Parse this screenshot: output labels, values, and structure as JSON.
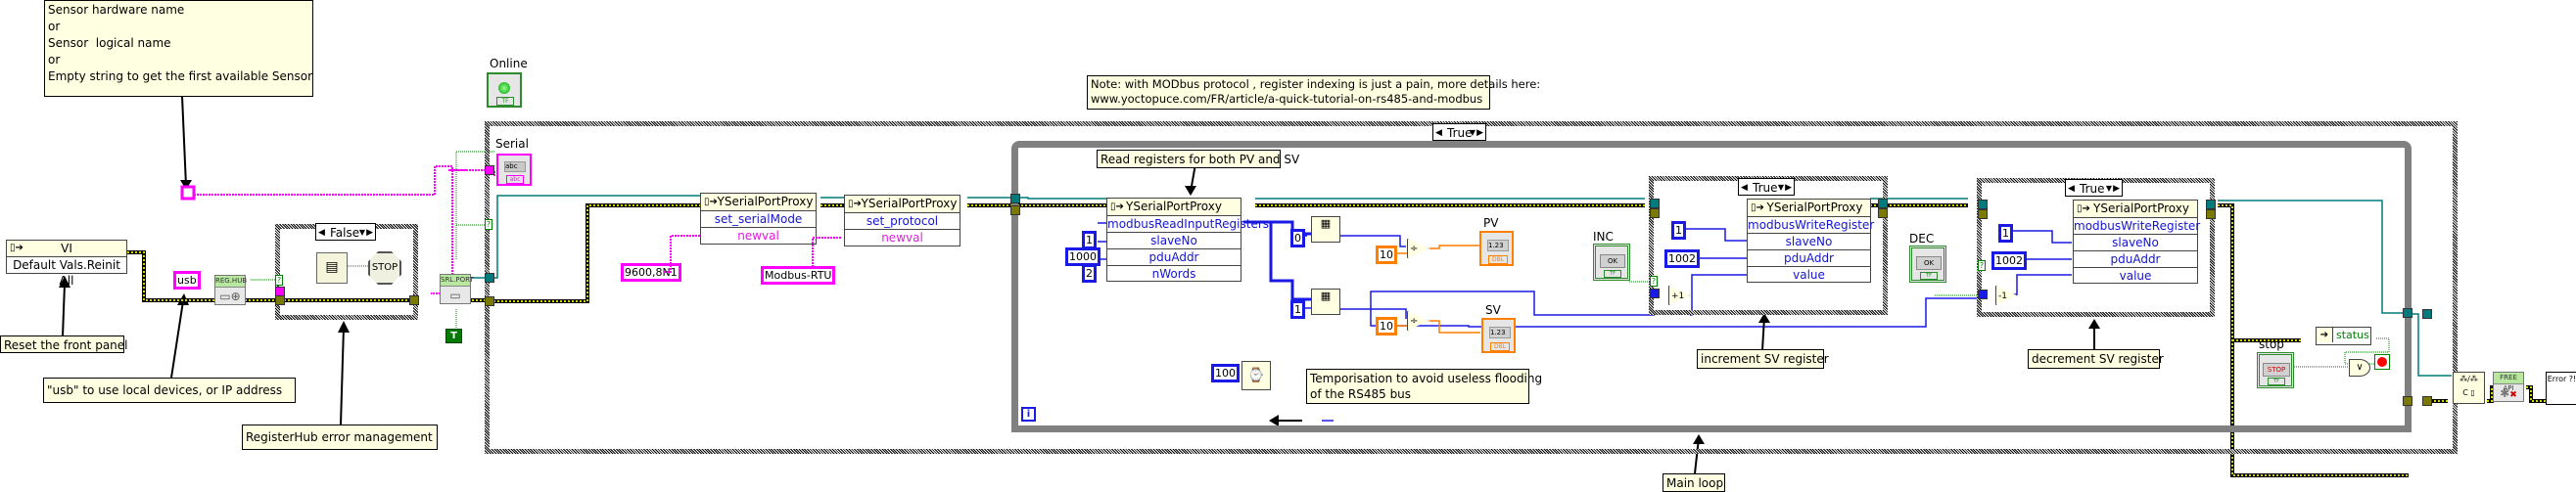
{
  "notes": {
    "sensor_name": "Sensor hardware name\nor\nSensor  logical name\nor\nEmpty string to get the first available Sensor",
    "reset_panel": "Reset the front panel",
    "usb_hint": "\"usb\" to use local devices, or IP address",
    "registerhub_err": "RegisterHub error management",
    "modbus_note": "Note: with MODbus protocol , register indexing is just a pain, more details here:\nwww.yoctopuce.com/FR/article/a-quick-tutorial-on-rs485-and-modbus",
    "read_registers": "Read registers for both PV and SV",
    "temporisation": "Temporisation to avoid useless flooding\nof the RS485 bus",
    "increment": "increment SV register",
    "decrement": "decrement SV register",
    "main_loop": "Main loop"
  },
  "invoke_vi": {
    "class": "VI",
    "method": "Default Vals.Reinit All"
  },
  "constants": {
    "usb": "usb",
    "serial_mode": "9600,8N1",
    "protocol": "Modbus-RTU",
    "read_slave": "1",
    "read_addr": "1000",
    "read_nwords": "2",
    "idx0": "0",
    "idx1": "1",
    "div_pv": "10",
    "div_sv": "10",
    "wait_ms": "100",
    "inc_slave": "1",
    "inc_addr": "1002",
    "dec_slave": "1",
    "dec_addr": "1002",
    "true_const": "T"
  },
  "subvis": {
    "reg_hub": "REG.HUB",
    "srl_port": "SRL.PORT",
    "free_api": "FREE API",
    "error": "Error ?!"
  },
  "case_structures": {
    "err_case": "False",
    "outer_case": "True",
    "inc_case": "True",
    "dec_case": "True"
  },
  "proxy_nodes": [
    {
      "class": "YSerialPortProxy",
      "method": "set_serialMode",
      "inputs": [
        "newval"
      ]
    },
    {
      "class": "YSerialPortProxy",
      "method": "set_protocol",
      "inputs": [
        "newval"
      ]
    },
    {
      "class": "YSerialPortProxy",
      "method": "modbusReadInputRegisters",
      "inputs": [
        "slaveNo",
        "pduAddr",
        "nWords"
      ]
    },
    {
      "class": "YSerialPortProxy",
      "method": "modbusWriteRegister",
      "inputs": [
        "slaveNo",
        "pduAddr",
        "value"
      ]
    },
    {
      "class": "YSerialPortProxy",
      "method": "modbusWriteRegister",
      "inputs": [
        "slaveNo",
        "pduAddr",
        "value"
      ]
    }
  ],
  "indicators": {
    "online": {
      "label": "Online",
      "type": "TF"
    },
    "serial": {
      "label": "Serial",
      "type": "abc"
    },
    "pv": {
      "label": "PV",
      "value": "1.23",
      "type": "DBL"
    },
    "sv": {
      "label": "SV",
      "value": "1.23",
      "type": "DBL"
    }
  },
  "controls": {
    "inc": {
      "label": "INC",
      "button": "OK",
      "type": "TF"
    },
    "dec": {
      "label": "DEC",
      "button": "OK",
      "type": "TF"
    },
    "stop": {
      "label": "stop",
      "button": "STOP",
      "type": "TF"
    }
  },
  "unbundle": {
    "field": "status"
  },
  "functions": {
    "inc_op": "+1",
    "dec_op": "-1",
    "divide": "÷",
    "or": "∨",
    "iteration": "i",
    "stop_glyph": "STOP"
  },
  "colors": {
    "error_wire": "#b8b800",
    "ref_wire": "#007a7a",
    "string_wire": "#ff00ff",
    "int_wire": "#1a1ae6",
    "dbl_wire": "#ff7f00",
    "bool_wire": "#008000"
  }
}
